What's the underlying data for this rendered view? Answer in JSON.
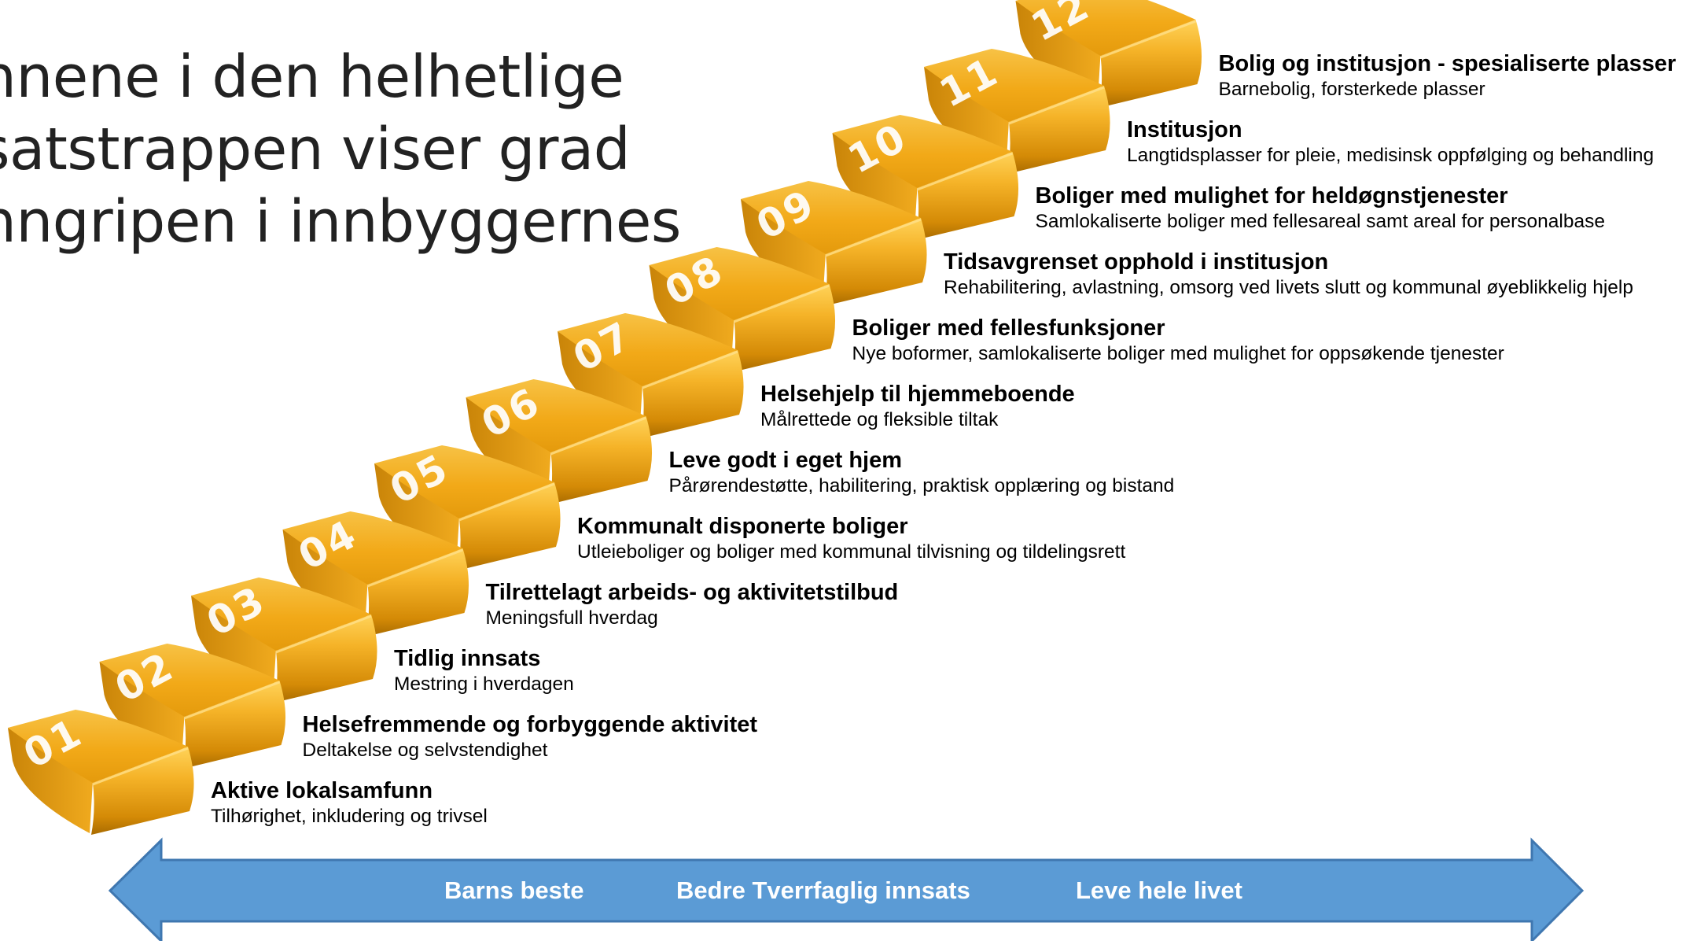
{
  "title_lines": [
    "nnene i den helhetlige",
    "satstrappen viser grad",
    "nngripen i innbyggernes"
  ],
  "colors": {
    "step_top": "#f2a918",
    "step_riser": "#f5b328",
    "step_dark": "#a86b00",
    "arrow_fill": "#5b9bd5",
    "arrow_stroke": "#3f77b0"
  },
  "steps": [
    {
      "number": "01",
      "title": "Aktive lokalsamfunn",
      "subtitle": "Tilhørighet, inkludering og trivsel"
    },
    {
      "number": "02",
      "title": "Helsefremmende og forbyggende aktivitet",
      "subtitle": "Deltakelse og selvstendighet"
    },
    {
      "number": "03",
      "title": "Tidlig innsats",
      "subtitle": "Mestring i hverdagen"
    },
    {
      "number": "04",
      "title": "Tilrettelagt arbeids- og aktivitetstilbud",
      "subtitle": "Meningsfull hverdag"
    },
    {
      "number": "05",
      "title": "Kommunalt disponerte boliger",
      "subtitle": "Utleieboliger og boliger med kommunal tilvisning og tildelingsrett"
    },
    {
      "number": "06",
      "title": "Leve godt i eget hjem",
      "subtitle": "Pårørendestøtte, habilitering, praktisk opplæring og bistand"
    },
    {
      "number": "07",
      "title": "Helsehjelp til hjemmeboende",
      "subtitle": "Målrettede og fleksible tiltak"
    },
    {
      "number": "08",
      "title": "Boliger med fellesfunksjoner",
      "subtitle": "Nye boformer, samlokaliserte boliger med mulighet for oppsøkende tjenester"
    },
    {
      "number": "09",
      "title": "Tidsavgrenset opphold i institusjon",
      "subtitle": "Rehabilitering, avlastning, omsorg ved livets slutt og kommunal øyeblikkelig hjelp"
    },
    {
      "number": "10",
      "title": "Boliger med mulighet for heldøgnstjenester",
      "subtitle": "Samlokaliserte boliger med fellesareal samt areal for personalbase"
    },
    {
      "number": "11",
      "title": "Institusjon",
      "subtitle": "Langtidsplasser for pleie, medisinsk oppfølging og behandling"
    },
    {
      "number": "12",
      "title": "Bolig og institusjon - spesialiserte plasser",
      "subtitle": "Barnebolig, forsterkede plasser"
    }
  ],
  "arrow": {
    "labels": [
      "Barns beste",
      "Bedre Tverrfaglig innsats",
      "Leve hele livet"
    ]
  }
}
